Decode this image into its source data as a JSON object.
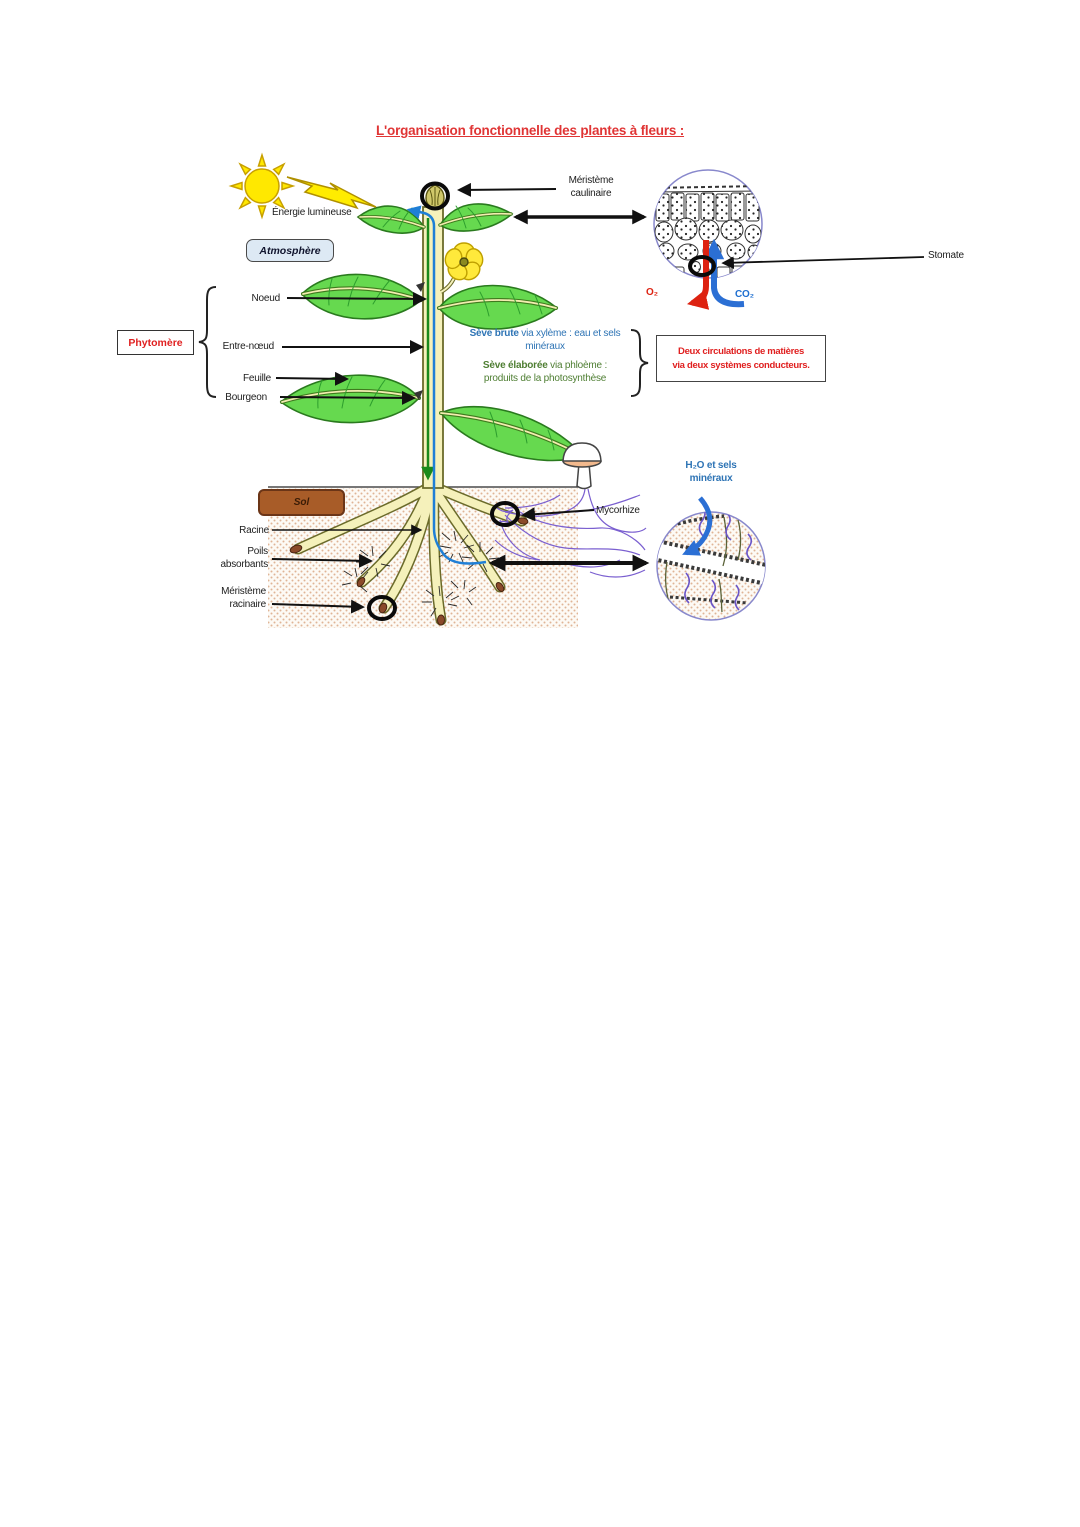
{
  "title": "L'organisation fonctionnelle des plantes à fleurs :",
  "energy": {
    "label": "Énergie lumineuse"
  },
  "atmosphere": {
    "label": "Atmosphère"
  },
  "phytomere": {
    "box_label": "Phytomère",
    "noeud": "Noeud",
    "entre_noeud": "Entre-nœud",
    "feuille": "Feuille",
    "bourgeon": "Bourgeon"
  },
  "shoot_meristem": {
    "line1": "Méristème",
    "line2": "caulinaire"
  },
  "leaf_section": {
    "stomate": "Stomate",
    "o2": "O₂",
    "co2": "CO₂"
  },
  "sap": {
    "brute_bold": "Sève brute",
    "brute_rest": " via xylème : eau et sels",
    "brute_line2": "minéraux",
    "elaboree_bold": "Sève élaborée",
    "elaboree_rest": " via phloème :",
    "elaboree_line2": "produits de la photosynthèse"
  },
  "circulations": {
    "line1": "Deux circulations de matières",
    "line2": "via deux systèmes conducteurs."
  },
  "soil": {
    "label": "Sol",
    "racine": "Racine",
    "poils_line1": "Poils",
    "poils_line2": "absorbants",
    "meristeme_line1": "Méristème",
    "meristeme_line2": "racinaire",
    "mycorhize": "Mycorhize"
  },
  "root_section": {
    "h2o_line1": "H₂O et sels",
    "h2o_line2": "minéraux"
  },
  "colors": {
    "title_red": "#e03535",
    "label_red": "#e02020",
    "sap_blue": "#2e74b5",
    "sap_green": "#4e7e32",
    "leaf_green": "#66d94f",
    "stem_yellow": "#f5f1bb",
    "soil_brown": "#a85c28",
    "atmosphere_blue": "#dde9f4",
    "xylem_blue": "#1f7fd6",
    "phloem_green": "#1a8a1a",
    "hyphae_purple": "#7a5fd0",
    "o2_red": "#dd2211",
    "co2_blue": "#1f6fd0"
  }
}
